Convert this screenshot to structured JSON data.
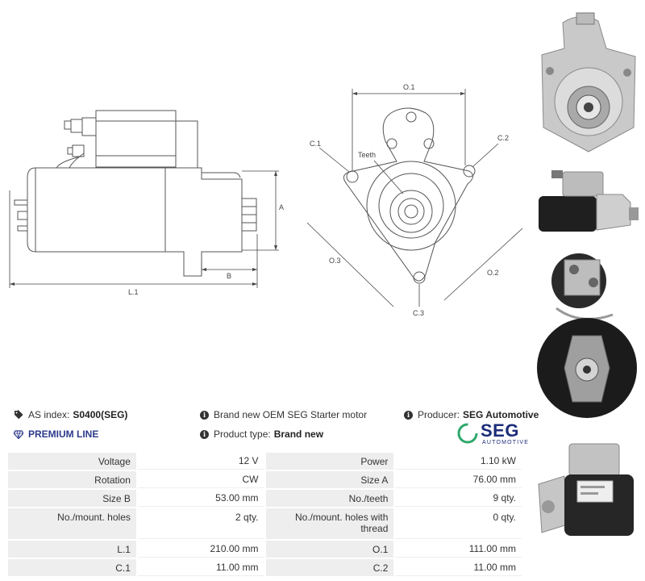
{
  "drawing_labels": {
    "a": "A",
    "b": "B",
    "l1": "L.1",
    "o1": "O.1",
    "o2": "O.2",
    "o3": "O.3",
    "c1": "C.1",
    "c2": "C.2",
    "c3": "C.3",
    "teeth": "Teeth"
  },
  "info": {
    "as_index_label": "AS index:",
    "as_index_value": "S0400(SEG)",
    "premium_line": "PREMIUM LINE",
    "description": "Brand new OEM SEG Starter motor",
    "product_type_label": "Product type:",
    "product_type_value": "Brand new",
    "producer_label": "Producer:",
    "producer_value": "SEG Automotive"
  },
  "logo": {
    "name": "SEG",
    "sub": "AUTOMOTIVE"
  },
  "specs": [
    {
      "k1": "Voltage",
      "v1": "12 V",
      "k2": "Power",
      "v2": "1.10 kW"
    },
    {
      "k1": "Rotation",
      "v1": "CW",
      "k2": "Size A",
      "v2": "76.00 mm"
    },
    {
      "k1": "Size B",
      "v1": "53.00 mm",
      "k2": "No./teeth",
      "v2": "9 qty."
    },
    {
      "k1": "No./mount. holes",
      "v1": "2 qty.",
      "k2": "No./mount. holes with thread",
      "v2": "0 qty."
    },
    {
      "k1": "L.1",
      "v1": "210.00 mm",
      "k2": "O.1",
      "v2": "111.00 mm"
    },
    {
      "k1": "C.1",
      "v1": "11.00 mm",
      "k2": "C.2",
      "v2": "11.00 mm"
    }
  ],
  "colors": {
    "accent": "#2d3a8c",
    "logo": "#1c2c7a",
    "logo_ring": "#2ea86b",
    "table_key_bg": "#eeeeee"
  }
}
